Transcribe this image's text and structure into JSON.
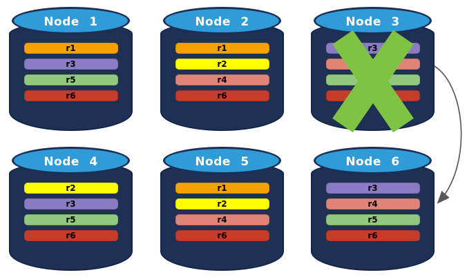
{
  "palette": {
    "r1": "#F8A102",
    "r2": "#FFFF00",
    "r3": "#8B7BC5",
    "r4": "#DF8477",
    "r5": "#92C97F",
    "r6": "#C53C28"
  },
  "colors": {
    "cylinder_body": "#1E3054",
    "cylinder_body_border": "#13244A",
    "cylinder_top": "#2F9CD8",
    "cylinder_top_border": "#1A2F55",
    "failure_x": "#7EC342",
    "arrow": "#58595B",
    "node_title_text": "#FFFFFF",
    "bar_label_text": "#000000",
    "background": "#FFFFFF"
  },
  "nodes": [
    {
      "title": "Node 1",
      "failed": false,
      "bars": [
        "r1",
        "r3",
        "r5",
        "r6"
      ]
    },
    {
      "title": "Node 2",
      "failed": false,
      "bars": [
        "r1",
        "r2",
        "r4",
        "r6"
      ]
    },
    {
      "title": "Node 3",
      "failed": true,
      "bars": [
        "r3",
        "r4",
        "r5",
        "r6"
      ]
    },
    {
      "title": "Node 4",
      "failed": false,
      "bars": [
        "r2",
        "r3",
        "r5",
        "r6"
      ]
    },
    {
      "title": "Node 5",
      "failed": false,
      "bars": [
        "r1",
        "r2",
        "r4",
        "r6"
      ]
    },
    {
      "title": "Node 6",
      "failed": false,
      "bars": [
        "r3",
        "r4",
        "r5",
        "r6"
      ]
    }
  ],
  "arrow": {
    "from": "Node 3",
    "to": "Node 6"
  }
}
